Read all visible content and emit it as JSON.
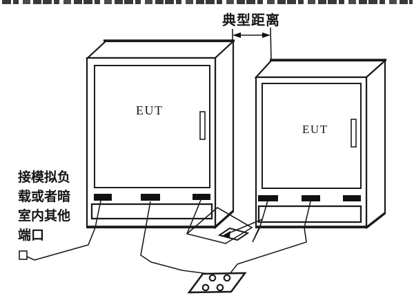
{
  "diagram": {
    "dimension_label": "典型距离",
    "cabinets": [
      {
        "label": "EUT"
      },
      {
        "label": "EUT"
      }
    ],
    "left_port_label": {
      "full_text": "接模拟负载或者暗室内其他端口",
      "lines": [
        "接模拟负",
        "载或者暗",
        "室内其他",
        "端口"
      ]
    },
    "colors": {
      "line": "#1a1a1a",
      "port_fill": "#111111",
      "background": "#ffffff"
    }
  }
}
